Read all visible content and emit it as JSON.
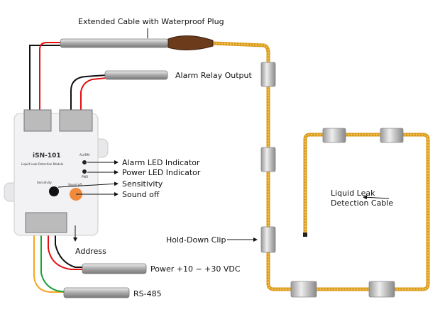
{
  "labels": {
    "extended_cable": "Extended Cable with Waterproof Plug",
    "alarm_relay": "Alarm Relay Output",
    "alarm_led": "Alarm LED Indicator",
    "power_led": "Power LED Indicator",
    "sensitivity": "Sensitivity",
    "sound_off": "Sound off",
    "address": "Address",
    "power": "Power +10 ~ +30 VDC",
    "rs485": "RS-485",
    "hold_down_clip": "Hold-Down Clip",
    "cable_line1": "Liquid Leak",
    "cable_line2": "Detection Cable"
  },
  "module": {
    "model": "iSN-101",
    "subtitle": "Liquid Leak Detection Module",
    "alarm": "ALARM",
    "pwr": "PWR",
    "sensitivity": "Sensitivity",
    "sound_off": "Sound off"
  },
  "colors": {
    "rope": "#d99a1c",
    "wire_red": "#e01010",
    "wire_black": "#111111",
    "wire_green": "#19a337",
    "wire_orange": "#f5a623"
  }
}
